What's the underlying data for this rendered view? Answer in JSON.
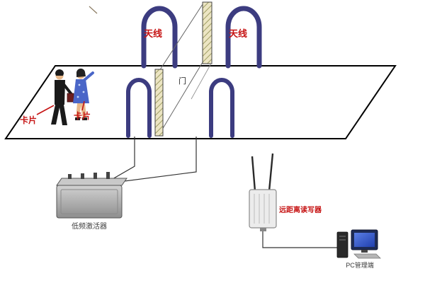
{
  "labels": {
    "antenna_left": "天线",
    "antenna_right": "天线",
    "door": "门",
    "card_1": "卡片",
    "card_2": "卡片",
    "activator": "低频激活器",
    "reader": "远距离读写器",
    "pc": "PC管理端"
  },
  "colors": {
    "arch_stroke": "#3c3c80",
    "label_red": "#c61414",
    "door_fill": "#ece5c3",
    "door_hatch": "#8a8a4a",
    "outline": "#000000",
    "device_gray": "#b8b8b8",
    "pc_screen_blue": "#2f55cc"
  }
}
